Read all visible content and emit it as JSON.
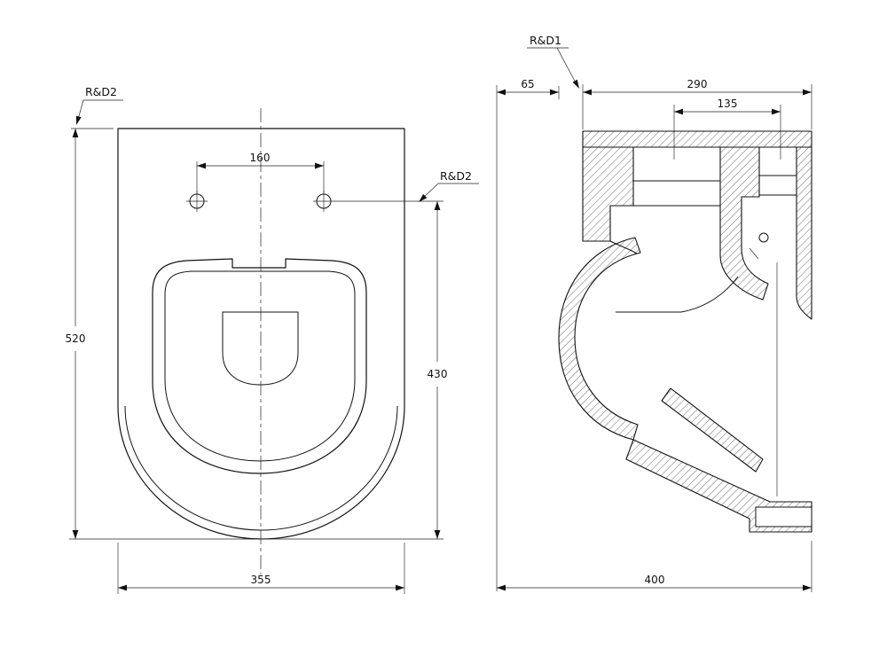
{
  "palette": {
    "background": "#ffffff",
    "ink": "#111111"
  },
  "drawing": {
    "plan_view": {
      "callouts": {
        "top_left": "R&D2",
        "right": "R&D2"
      },
      "dims": {
        "hole_spacing": "160",
        "overall_height": "520",
        "hole_to_front": "430",
        "overall_width": "355"
      }
    },
    "section_view": {
      "callouts": {
        "top": "R&D1"
      },
      "dims": {
        "front_offset": "65",
        "top_depth": "290",
        "hole_spacing": "135",
        "overall_depth": "400"
      }
    }
  }
}
